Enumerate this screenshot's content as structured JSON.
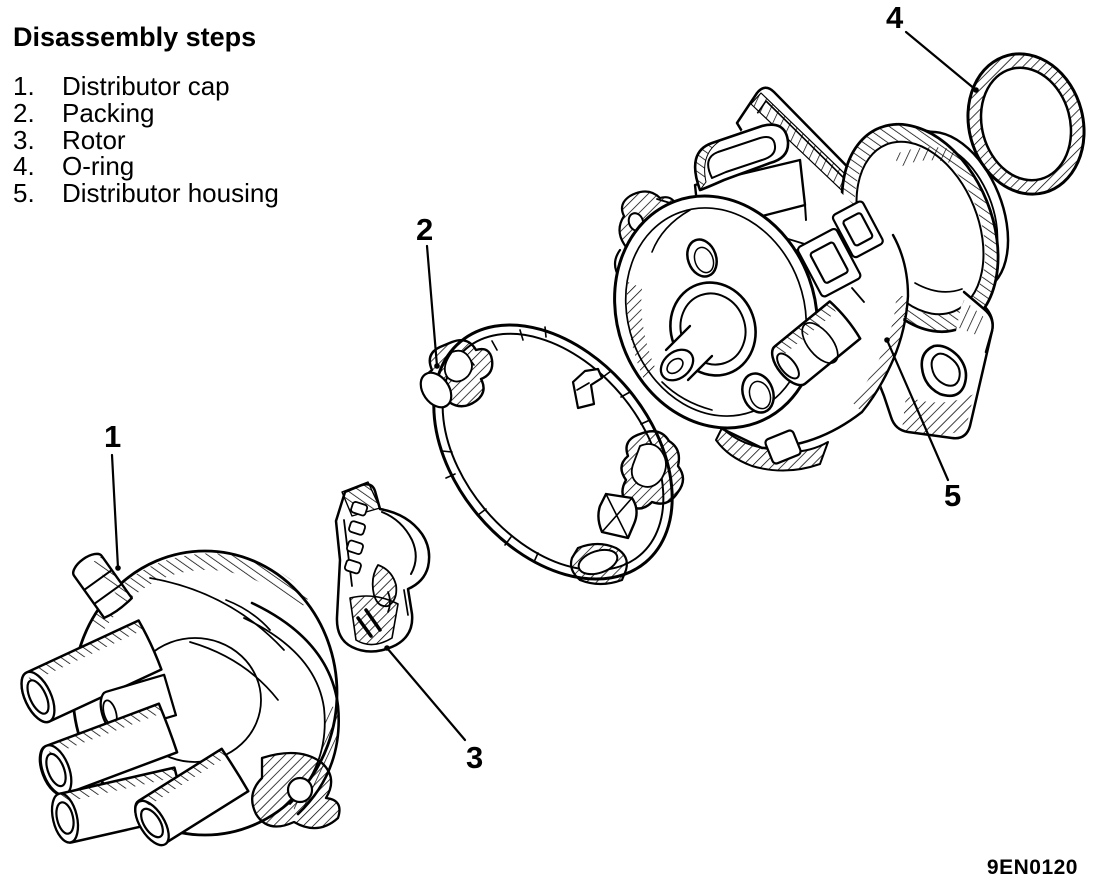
{
  "figure": {
    "title": "Disassembly steps",
    "steps": [
      {
        "num": "1.",
        "label": "Distributor cap"
      },
      {
        "num": "2.",
        "label": "Packing"
      },
      {
        "num": "3.",
        "label": "Rotor"
      },
      {
        "num": "4.",
        "label": "O-ring"
      },
      {
        "num": "5.",
        "label": "Distributor housing"
      }
    ],
    "callouts": [
      {
        "n": "1",
        "part": "distributor-cap"
      },
      {
        "n": "2",
        "part": "packing"
      },
      {
        "n": "3",
        "part": "rotor"
      },
      {
        "n": "4",
        "part": "o-ring"
      },
      {
        "n": "5",
        "part": "distributor-housing"
      }
    ],
    "code": "9EN0120",
    "colors": {
      "ink": "#000000",
      "paper": "#ffffff"
    }
  }
}
